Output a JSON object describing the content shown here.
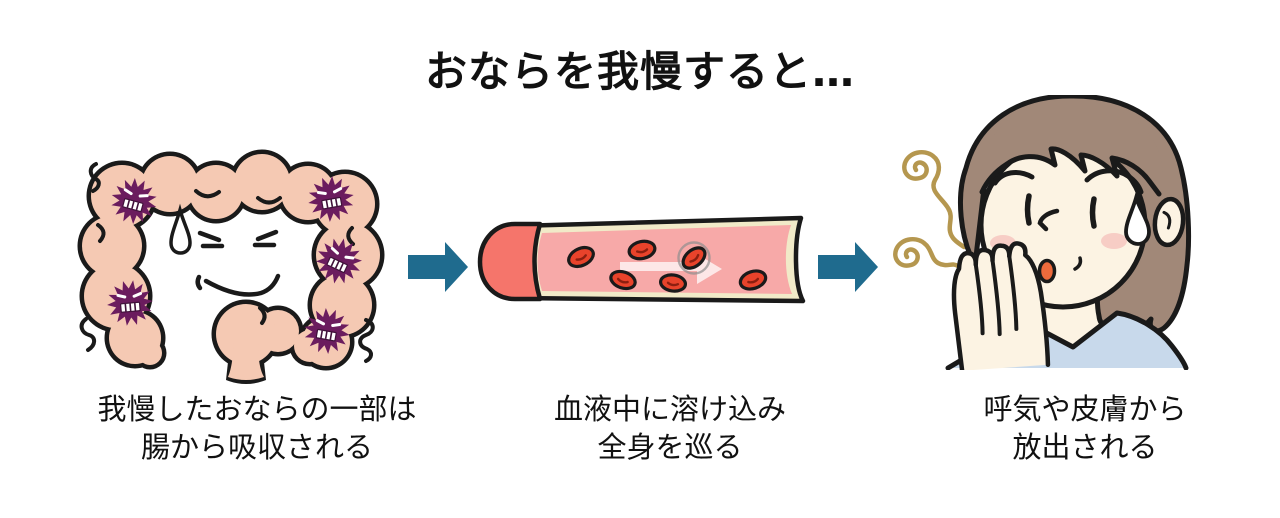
{
  "title": "おならを我慢すると…",
  "steps": [
    {
      "id": "intestine",
      "illustration": "large-intestine-with-gas-germs",
      "caption_line1": "我慢したおならの一部は",
      "caption_line2": "腸から吸収される"
    },
    {
      "id": "bloodstream",
      "illustration": "blood-vessel-with-red-blood-cells-and-flow-arrow",
      "caption_line1": "血液中に溶け込み",
      "caption_line2": "全身を巡る"
    },
    {
      "id": "release",
      "illustration": "woman-covering-mouth-with-odor-squiggles",
      "caption_line1": "呼気や皮膚から",
      "caption_line2": "放出される"
    }
  ],
  "flow_arrows": {
    "count": 2,
    "direction": "right",
    "color": "#1F6B8E"
  },
  "palette": {
    "background": "#FFFFFF",
    "text": "#111111",
    "outline": "#1A1A1A",
    "intestine_pink": "#F5C9B3",
    "germ_purple": "#6B1C5E",
    "vessel_wall_red": "#F5756B",
    "vessel_lining_cream": "#F1EAC8",
    "vessel_blood_pink": "#F7A9A8",
    "red_blood_cell": "#E8432B",
    "skin": "#FCF3E3",
    "hair_brown": "#A18878",
    "shirt_blue": "#C8D9EB",
    "odor_squiggle_tan": "#B5974F",
    "blush_pink": "#F6C6BF"
  }
}
